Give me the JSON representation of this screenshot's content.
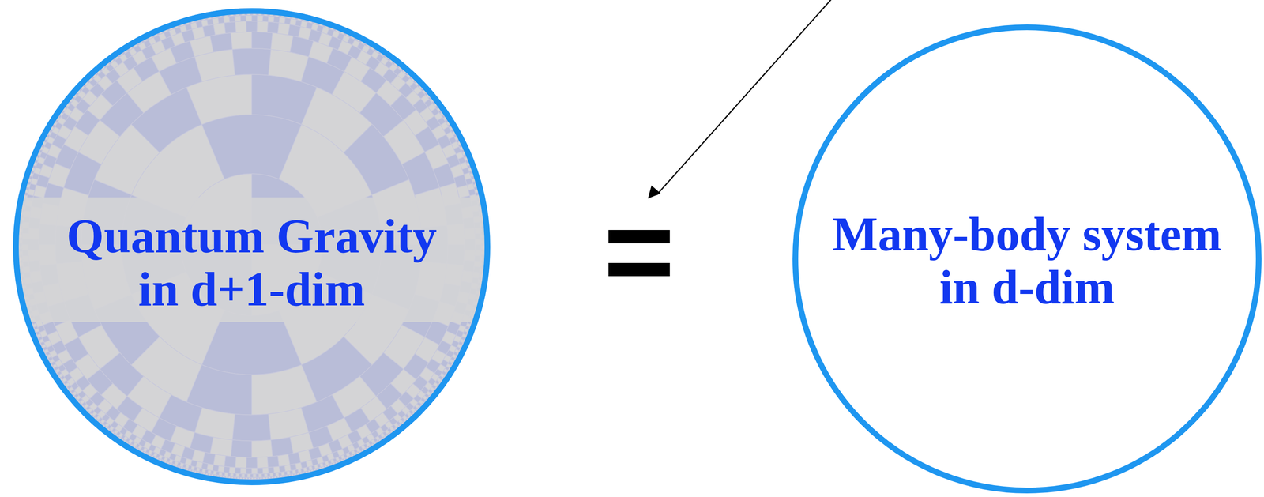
{
  "diagram": {
    "nodes": [
      {
        "text": [
          "Quantum Gravity in d+1-dim"
        ]
      },
      {
        "text": [
          "Many-body system in d-dim"
        ]
      }
    ],
    "labels": [
      "="
    ]
  }
}
